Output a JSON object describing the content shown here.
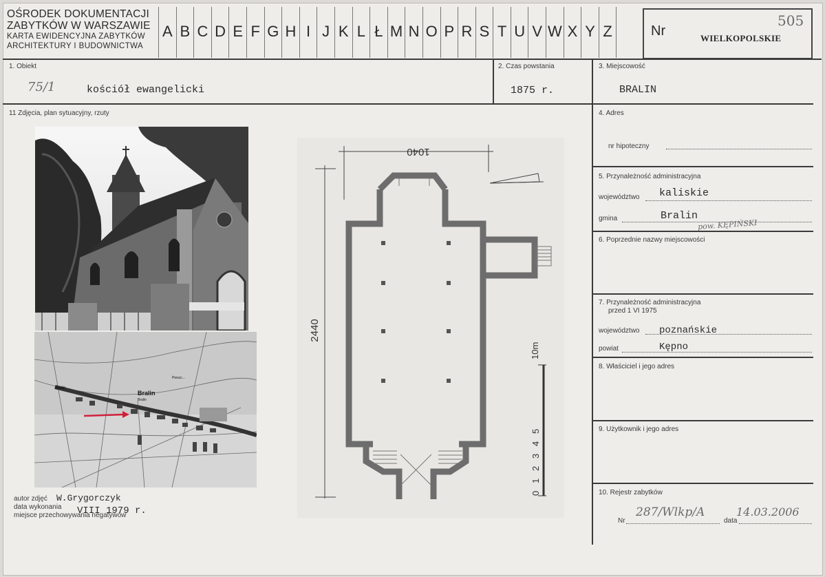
{
  "header": {
    "institution_line1": "OŚRODEK DOKUMENTACJI",
    "institution_line2": "ZABYTKÓW W WARSZAWIE",
    "institution_line3": "KARTA EWIDENCYJNA ZABYTKÓW",
    "institution_line4": "ARCHITEKTURY I BUDOWNICTWA",
    "letters": [
      "A",
      "B",
      "C",
      "D",
      "E",
      "F",
      "G",
      "H",
      "I",
      "J",
      "K",
      "L",
      "Ł",
      "M",
      "N",
      "O",
      "P",
      "R",
      "S",
      "T",
      "U",
      "V",
      "W",
      "X",
      "Y",
      "Z"
    ],
    "nr_label": "Nr",
    "region": "WIELKOPOLSKIE",
    "card_number": "505"
  },
  "fields": {
    "obiekt_label": "1. Obiekt",
    "obiekt_number": "75/1",
    "obiekt_value": "kościół ewangelicki",
    "czas_label": "2. Czas powstania",
    "czas_value": "1875 r.",
    "miejscowosc_label": "3. Miejscowość",
    "miejscowosc_value": "BRALIN",
    "zdjecia_label": "11 Zdjęcia, plan sytuacyjny, rzuty",
    "adres_label": "4. Adres",
    "nr_hipoteczny_label": "nr hipoteczny",
    "przynaleznosc_label": "5. Przynależność administracyjna",
    "wojewodztwo_label": "województwo",
    "wojewodztwo_value": "kaliskie",
    "gmina_label": "gmina",
    "gmina_value": "Bralin",
    "gmina_note": "pow. KĘPIŃSKI",
    "poprzednie_label": "6. Poprzednie nazwy miejscowości",
    "przynaleznosc_old_label": "7. Przynależność administracyjna",
    "przynaleznosc_old_label2": "przed 1 VI 1975",
    "wojewodztwo_old_label": "województwo",
    "wojewodztwo_old_value": "poznańskie",
    "powiat_label": "powiat",
    "powiat_value": "Kępno",
    "wlasciciel_label": "8. Właściciel i jego adres",
    "uzytkownik_label": "9. Użytkownik i jego adres",
    "rejestr_label": "10. Rejestr zabytków",
    "rejestr_nr_label": "Nr",
    "rejestr_nr_value": "287/Wlkp/A",
    "rejestr_data_label": "data",
    "rejestr_data_value": "14.03.2006"
  },
  "footer": {
    "autor_label": "autor zdjęć",
    "autor_value": "W.Grygorczyk",
    "data_label": "data wykonania",
    "data_value": "VIII 1979 r.",
    "miejsce_label": "miejsce przechowywania negatywów"
  },
  "map": {
    "town_label": "Bralin",
    "town2_label": "Bralin",
    "left_label": "Bralin",
    "upper_label": "Pieszc..."
  },
  "plan": {
    "dim_top": "1040",
    "dim_left": "2440",
    "scale_label": "10m",
    "scale_digits": [
      "0",
      "1",
      "2",
      "3",
      "4",
      "5"
    ]
  },
  "colors": {
    "paper": "#efedea",
    "ink": "#2b2b2b",
    "arrow": "#d0203a"
  }
}
